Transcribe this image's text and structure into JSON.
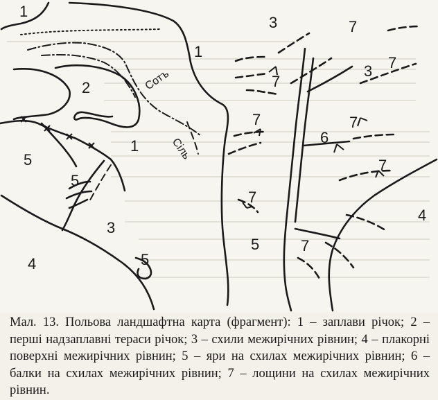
{
  "map": {
    "labels": {
      "l1_top": "1",
      "l1_center": "1",
      "l1_mid": "1",
      "l2": "2",
      "l3_top": "3",
      "l3_right": "3",
      "l3_bottom": "3",
      "l4_left": "4",
      "l4_right": "4",
      "l5_left": "5",
      "l5_mid": "5",
      "l5_bottom": "5",
      "l5_lower": "5",
      "l6": "6",
      "l7_a": "7",
      "l7_b": "7",
      "l7_c": "7",
      "l7_d": "7",
      "l7_e": "7",
      "l7_f": "7",
      "l7_g": "7",
      "l7_h": "7",
      "river_1": "Сотъ",
      "river_2": "Сіль"
    }
  },
  "caption": {
    "text": "Мал. 13. Польова ландшафтна карта (фрагмент): 1 – заплави річок; 2 – перші надзаплавні тераси річок; 3 – схили межирічних рівнин; 4 – плакорні поверхні межирічних рівнин; 5 – яри на схилах межирічних рівнин; 6 – балки на схилах межирічних рівнин; 7 – лощини на схилах межирічних рівнин."
  }
}
